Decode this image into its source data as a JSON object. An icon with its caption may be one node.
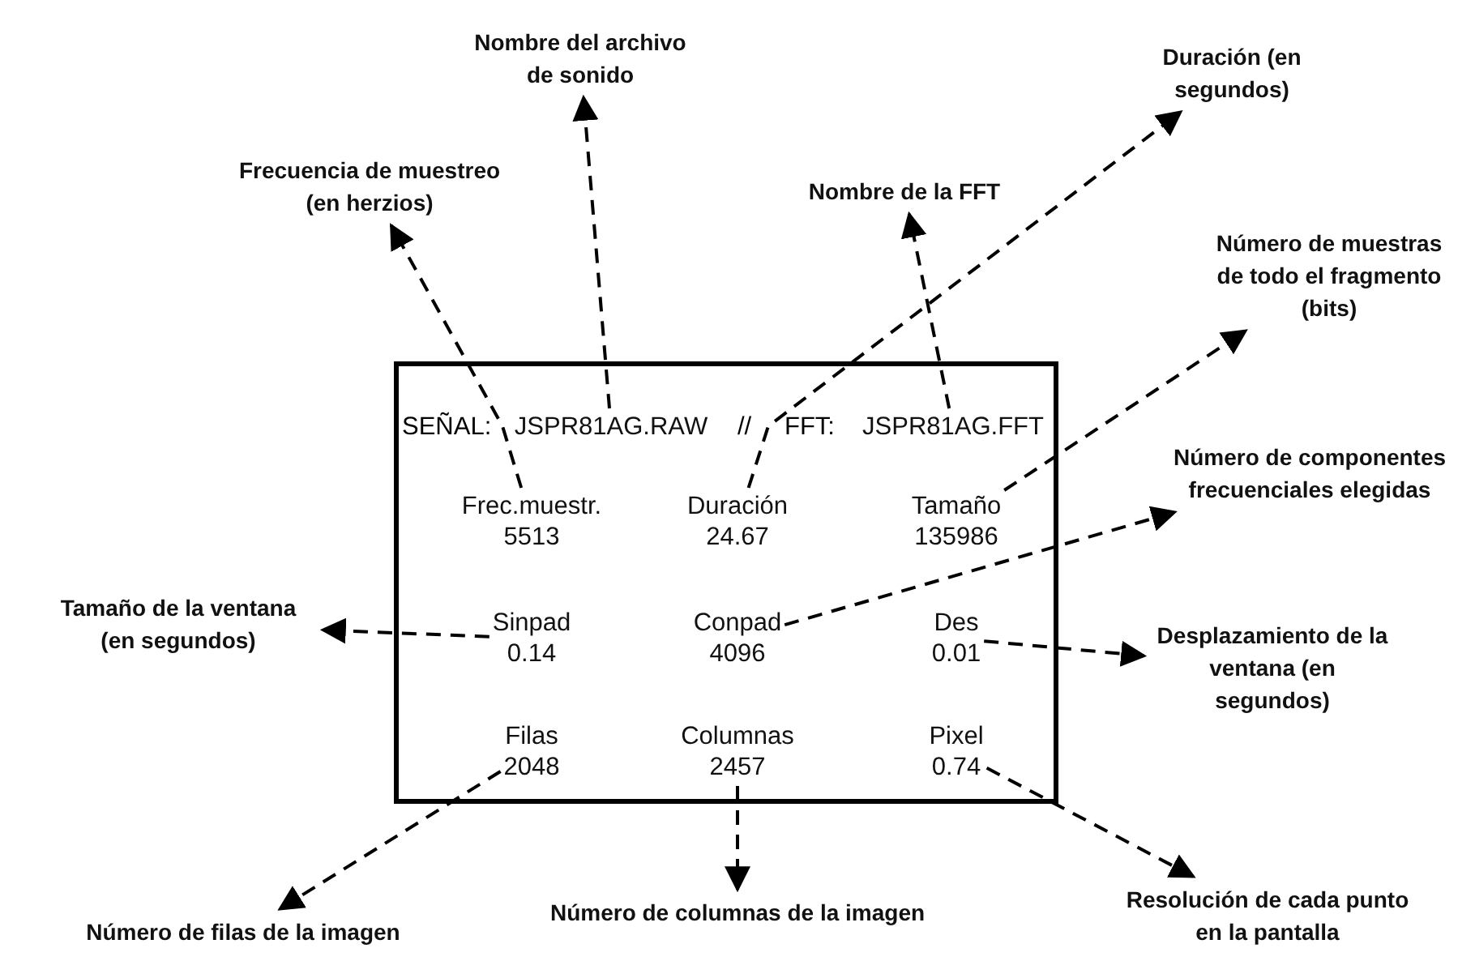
{
  "diagram": {
    "nodes": [
      {
        "text": [],
        "shape": "box"
      },
      {
        "text": [
          "JSPR81AG.RAW"
        ],
        "in": 0
      },
      {
        "text": [
          "JSPR81AG.FFT"
        ],
        "in": 0
      },
      {
        "text": [
          "Frec.muestr.",
          "5513"
        ],
        "in": 0
      },
      {
        "text": [
          "Duración",
          "24.67"
        ],
        "in": 0
      },
      {
        "text": [
          "Tamaño",
          "135986"
        ],
        "in": 0
      },
      {
        "text": [
          "Sinpad",
          "0.14"
        ],
        "in": 0
      },
      {
        "text": [
          "Conpad",
          "4096"
        ],
        "in": 0
      },
      {
        "text": [
          "Des",
          "0.01"
        ],
        "in": 0
      },
      {
        "text": [
          "Filas",
          "2048"
        ],
        "in": 0
      },
      {
        "text": [
          "Columnas",
          "2457"
        ],
        "in": 0
      },
      {
        "text": [
          "Pixel",
          "0.74"
        ],
        "in": 0
      },
      {
        "text": [
          "Nombre del archivo de sonido"
        ]
      },
      {
        "text": [
          "Frecuencia de muestreo (en herzios)"
        ]
      },
      {
        "text": [
          "Nombre de la FFT"
        ]
      },
      {
        "text": [
          "Duración (en segundos)"
        ]
      },
      {
        "text": [
          "Número de muestras de todo el fragmento (bits)"
        ]
      },
      {
        "text": [
          "Número de componentes frecuenciales elegidas"
        ]
      },
      {
        "text": [
          "Tamaño de la ventana (en segundos)"
        ]
      },
      {
        "text": [
          "Desplazamiento de la ventana (en segundos)"
        ]
      },
      {
        "text": [
          "Número de filas de la imagen"
        ]
      },
      {
        "text": [
          "Número de columnas de la imagen"
        ]
      },
      {
        "text": [
          "Resolución de cada punto en la pantalla"
        ]
      }
    ],
    "edges": [
      {
        "from": 1,
        "to": 12,
        "arrow": "to",
        "style": "dashed"
      },
      {
        "from": 3,
        "to": 13,
        "arrow": "to",
        "style": "dashed"
      },
      {
        "from": 2,
        "to": 14,
        "arrow": "to",
        "style": "dashed"
      },
      {
        "from": 4,
        "to": 15,
        "arrow": "to",
        "style": "dashed"
      },
      {
        "from": 5,
        "to": 16,
        "arrow": "to",
        "style": "dashed"
      },
      {
        "from": 7,
        "to": 17,
        "arrow": "to",
        "style": "dashed"
      },
      {
        "from": 6,
        "to": 18,
        "arrow": "to",
        "style": "dashed"
      },
      {
        "from": 8,
        "to": 19,
        "arrow": "to",
        "style": "dashed"
      },
      {
        "from": 9,
        "to": 20,
        "arrow": "to",
        "style": "dashed"
      },
      {
        "from": 10,
        "to": 21,
        "arrow": "to",
        "style": "dashed"
      },
      {
        "from": 11,
        "to": 22,
        "arrow": "to",
        "style": "dashed"
      }
    ],
    "labels": [
      "SEÑAL:",
      "//",
      "FFT:"
    ]
  }
}
